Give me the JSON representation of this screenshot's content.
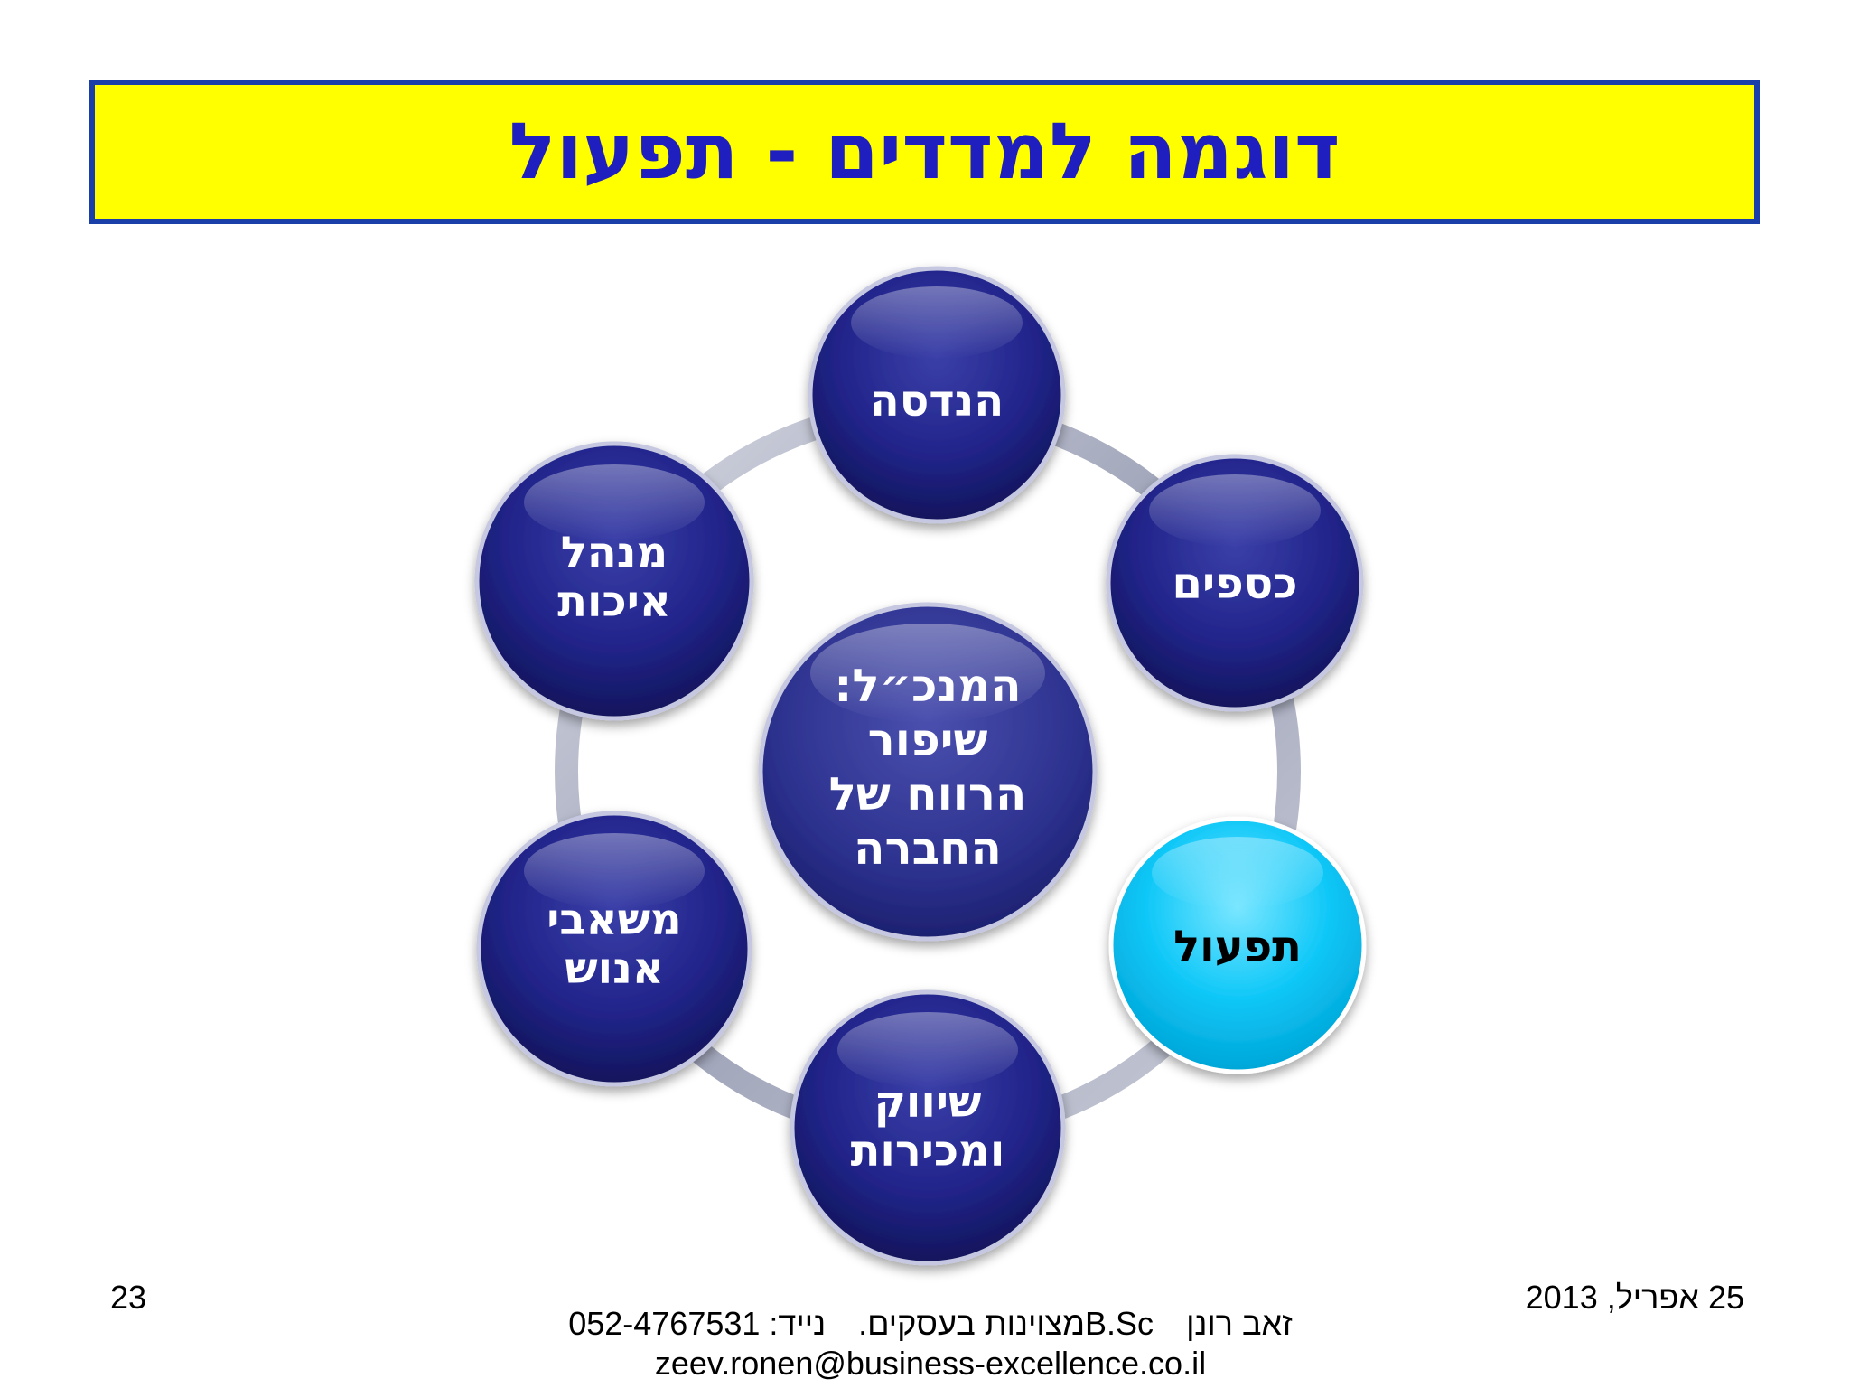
{
  "title": "דוגמה למדדים - תפעול",
  "center": {
    "lines": [
      "המנכ״ל:",
      "שיפור",
      "הרווח של",
      "החברה"
    ]
  },
  "nodes": {
    "engineering": {
      "lines": [
        "הנדסה"
      ]
    },
    "finance": {
      "lines": [
        "כספים"
      ]
    },
    "operations": {
      "lines": [
        "תפעול"
      ]
    },
    "marketing": {
      "lines": [
        "שיווק",
        "ומכירות"
      ]
    },
    "hr": {
      "lines": [
        "משאבי",
        "אנוש"
      ]
    },
    "quality": {
      "lines": [
        "מנהל",
        "איכות"
      ]
    }
  },
  "colors": {
    "title_bg": "#ffff00",
    "title_border": "#1a3fa8",
    "title_text": "#1f1fbf",
    "node_dark": "#1b1e7a",
    "node_highlight": "#00ccff",
    "ring": "#b8bccb"
  },
  "footer": {
    "page_number": "23",
    "date": "25 אפריל, 2013",
    "author_name": "זאב רונן",
    "author_title": "B.Scמצוינות בעסקים.",
    "phone": "נייד: 052-4767531",
    "email": "zeev.ronen@business-excellence.co.il"
  }
}
